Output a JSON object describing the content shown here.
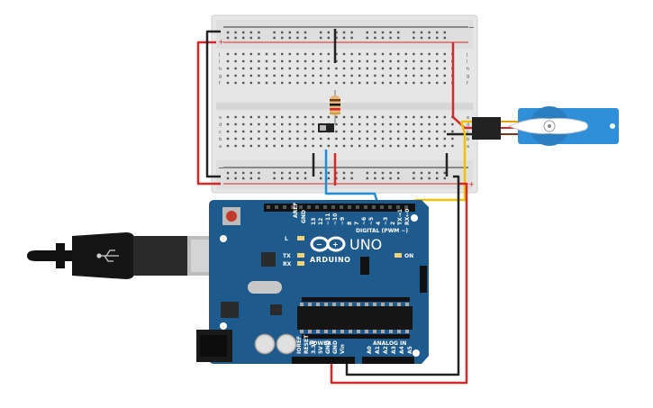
{
  "board": {
    "model": "UNO",
    "brand": "ARDUINO",
    "digital_header": "DIGITAL (PWM ~)",
    "power_header": "POWER",
    "analog_header": "ANALOG IN",
    "on_label": "ON",
    "l_label": "L",
    "tx_label": "TX",
    "rx_label": "RX",
    "aref": "AREF",
    "gnd": "GND",
    "digital_pins": [
      "13",
      "12",
      "~11",
      "~10",
      "~9",
      "8",
      "7",
      "~6",
      "~5",
      "4",
      "~3",
      "2",
      "TX→1",
      "RX←0"
    ],
    "power_pins": [
      "IOREF",
      "RESET",
      "3.3V",
      "5V",
      "GND",
      "GND",
      "Vin"
    ],
    "analog_pins": [
      "A0",
      "A1",
      "A2",
      "A3",
      "A4",
      "A5"
    ]
  },
  "breadboard": {
    "row_letters_top": [
      "j",
      "i",
      "h",
      "g",
      "f"
    ],
    "row_letters_bottom": [
      "e",
      "d",
      "c",
      "b",
      "a"
    ],
    "plus": "+",
    "minus": "−"
  },
  "colors": {
    "board": "#1e5a8c",
    "breadboard": "#e6e6e6",
    "wire_red": "#d62828",
    "wire_black": "#222222",
    "wire_blue": "#1e8fd6",
    "wire_yellow": "#f2c200",
    "servo": "#2f8fd8"
  },
  "icons": [
    "usb-plug-icon",
    "infinity-logo-icon",
    "reset-button-icon"
  ]
}
